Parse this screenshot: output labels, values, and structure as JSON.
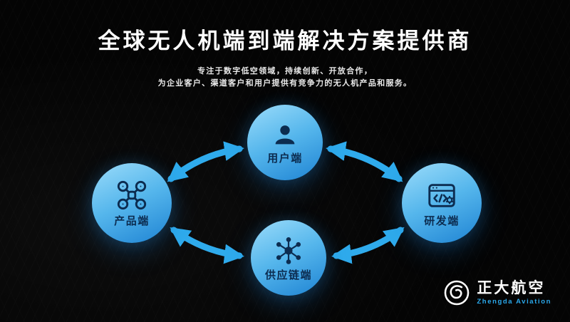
{
  "slide": {
    "title_part1": "全球无人机",
    "title_emphasis": "端到端",
    "title_part2": "解决方案提供商",
    "subtitle_line1": "专注于数字低空领域，持续创新、开放合作，",
    "subtitle_line2": "为企业客户、渠道客户和用户提供有竞争力的无人机产品和服务。"
  },
  "diagram": {
    "nodes": [
      {
        "id": "user",
        "label": "用户端",
        "icon": "user-icon",
        "position": "top"
      },
      {
        "id": "product",
        "label": "产品端",
        "icon": "drone-icon",
        "position": "left"
      },
      {
        "id": "rnd",
        "label": "研发端",
        "icon": "code-window-icon",
        "position": "right"
      },
      {
        "id": "supply-chain",
        "label": "供应链端",
        "icon": "network-hub-icon",
        "position": "bottom"
      }
    ],
    "connections": [
      {
        "from": "product",
        "to": "user",
        "bidirectional": true
      },
      {
        "from": "user",
        "to": "rnd",
        "bidirectional": true
      },
      {
        "from": "product",
        "to": "supply-chain",
        "bidirectional": true
      },
      {
        "from": "supply-chain",
        "to": "rnd",
        "bidirectional": true
      }
    ]
  },
  "logo": {
    "name_cn": "正大航空",
    "name_en": "Zhengda Aviation"
  },
  "colors": {
    "background": "#040404",
    "accent": "#2BA9EC",
    "circle_gradient_top": "#9BDCFA",
    "circle_gradient_bottom": "#1E83D3",
    "icon_navy": "#0C2C50"
  }
}
